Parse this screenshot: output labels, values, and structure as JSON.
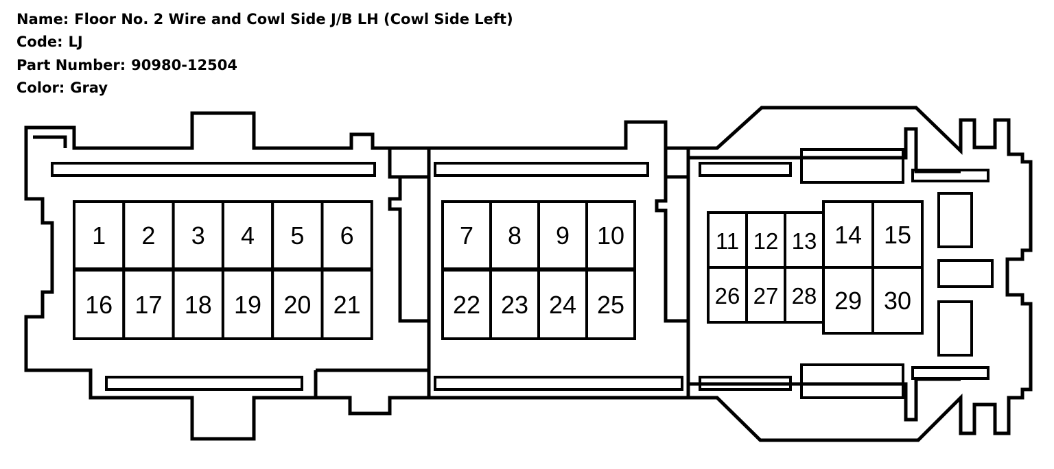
{
  "connector": {
    "name_label": "Name:",
    "name": "Floor No. 2 Wire and Cowl Side J/B LH (Cowl Side Left)",
    "code_label": "Code:",
    "code": "LJ",
    "part_label": "Part Number:",
    "part_number": "90980-12504",
    "color_label": "Color:",
    "color": "Gray"
  },
  "pins": {
    "left_top": [
      "1",
      "2",
      "3",
      "4",
      "5",
      "6"
    ],
    "left_bottom": [
      "16",
      "17",
      "18",
      "19",
      "20",
      "21"
    ],
    "mid_top": [
      "7",
      "8",
      "9",
      "10"
    ],
    "mid_bottom": [
      "22",
      "23",
      "24",
      "25"
    ],
    "right_small_top": [
      "11",
      "12",
      "13"
    ],
    "right_small_bottom": [
      "26",
      "27",
      "28"
    ],
    "right_large_top": [
      "14",
      "15"
    ],
    "right_large_bottom": [
      "29",
      "30"
    ]
  },
  "colors": {
    "line": "#000000",
    "background": "#ffffff"
  }
}
